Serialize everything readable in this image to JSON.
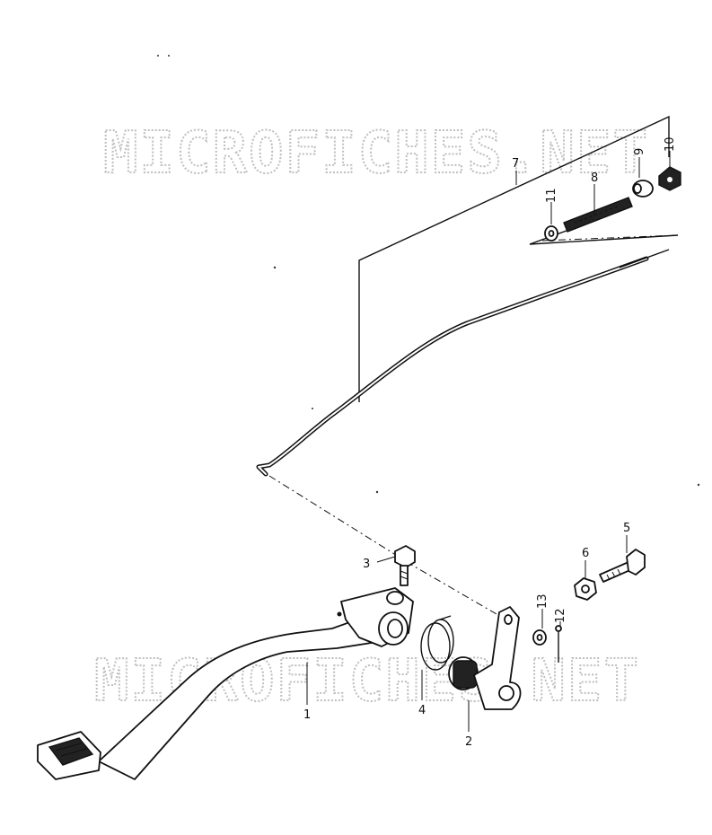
{
  "watermark": "MICROFICHES.NET",
  "callouts": {
    "c1": "1",
    "c2": "2",
    "c3": "3",
    "c4": "4",
    "c5": "5",
    "c6": "6",
    "c7": "7",
    "c8": "8",
    "c9": "9",
    "c10": "10",
    "c11": "11",
    "c12": "12",
    "c13": "13"
  }
}
